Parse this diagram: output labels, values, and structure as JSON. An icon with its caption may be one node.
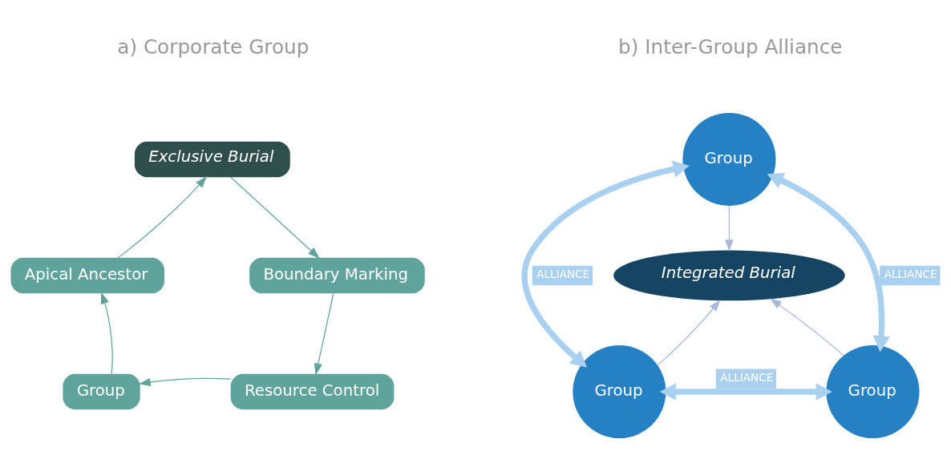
{
  "diagram": {
    "nodes": [
      {
        "text": [
          "Exclusive Burial"
        ]
      },
      {
        "text": [
          "Boundary Marking"
        ]
      },
      {
        "text": [
          "Resource Control"
        ]
      },
      {
        "text": [
          "Group"
        ]
      },
      {
        "text": [
          "Apical Ancestor"
        ]
      },
      {
        "text": [
          "Group"
        ]
      },
      {
        "text": [
          "Integrated Burial"
        ]
      },
      {
        "text": [
          "Group"
        ]
      },
      {
        "text": [
          "Group"
        ]
      }
    ],
    "edges": [
      {
        "from": 0,
        "to": 1,
        "arrow": "to",
        "color": "#5fa39b"
      },
      {
        "from": 1,
        "to": 2,
        "arrow": "to",
        "color": "#5fa39b"
      },
      {
        "from": 2,
        "to": 3,
        "arrow": "to",
        "color": "#5fa39b"
      },
      {
        "from": 3,
        "to": 4,
        "arrow": "to",
        "color": "#5fa39b"
      },
      {
        "from": 4,
        "to": 0,
        "arrow": "to",
        "color": "#5fa39b"
      },
      {
        "from": 5,
        "to": 6,
        "arrow": "to",
        "color": "#a9b9dc"
      },
      {
        "from": 7,
        "to": 6,
        "arrow": "to",
        "color": "#a9b9dc"
      },
      {
        "from": 8,
        "to": 6,
        "arrow": "to",
        "color": "#a9b9dc"
      },
      {
        "from": 5,
        "to": 7,
        "arrow": "both",
        "label": "ALLIANCE",
        "style": "thick",
        "color": "#a9d0ee"
      },
      {
        "from": 5,
        "to": 8,
        "arrow": "both",
        "label": "ALLIANCE",
        "style": "thick",
        "color": "#a9d0ee"
      },
      {
        "from": 7,
        "to": 8,
        "arrow": "both",
        "label": "ALLIANCE",
        "style": "thick",
        "color": "#a9d0ee"
      }
    ],
    "labels": [
      "a) Corporate Group",
      "b) Inter-Group Alliance"
    ]
  }
}
